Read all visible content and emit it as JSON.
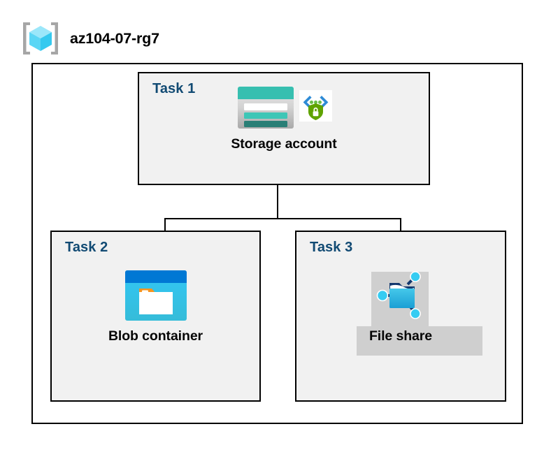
{
  "header": {
    "title": "az104-07-rg7",
    "icon": "resource-group-icon"
  },
  "colors": {
    "task_label": "#114A73",
    "border": "#000000",
    "task_fill": "#f1f1f1",
    "container_fill": "#ffffff",
    "storage_teal": "#37BFB0",
    "storage_dark_teal": "#2A7F76",
    "blob_blue": "#0078D4",
    "blob_cyan": "#32C5F4",
    "blob_orange": "#F7941E",
    "fileshare_cyan": "#32BEE1",
    "shield_green": "#5FA300",
    "selection_gray": "#cfcfcf",
    "cube_cyan": "#7FE0F7",
    "bracket_gray": "#A6A6A6"
  },
  "container": {
    "name": "resource-group-container"
  },
  "tasks": [
    {
      "label": "Task 1",
      "node": {
        "caption": "Storage account",
        "icons": [
          "storage-account-icon",
          "secure-endpoint-icon"
        ],
        "highlighted": false
      }
    },
    {
      "label": "Task 2",
      "node": {
        "caption": "Blob container",
        "icons": [
          "blob-container-icon"
        ],
        "highlighted": false
      }
    },
    {
      "label": "Task 3",
      "node": {
        "caption": "File share",
        "icons": [
          "file-share-icon"
        ],
        "highlighted": true
      }
    }
  ],
  "connectors": [
    {
      "name": "storage-to-branch-stem"
    },
    {
      "name": "branch-horizontal-bar"
    },
    {
      "name": "branch-to-blob-container"
    },
    {
      "name": "branch-to-file-share"
    }
  ]
}
